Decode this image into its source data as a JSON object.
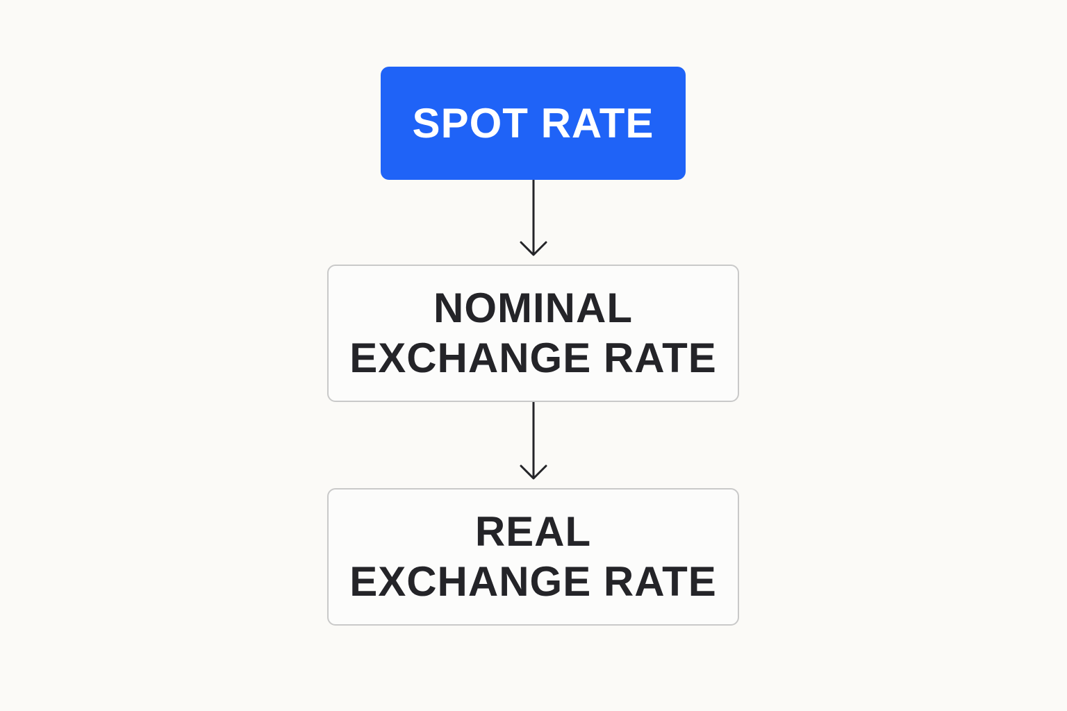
{
  "diagram": {
    "nodes": [
      {
        "id": "spot",
        "lines": [
          "SPOT RATE"
        ],
        "style": "primary"
      },
      {
        "id": "nominal",
        "lines": [
          "NOMINAL",
          "EXCHANGE RATE"
        ],
        "style": "secondary"
      },
      {
        "id": "real",
        "lines": [
          "REAL",
          "EXCHANGE RATE"
        ],
        "style": "secondary"
      }
    ],
    "edges": [
      {
        "from": "spot",
        "to": "nominal"
      },
      {
        "from": "nominal",
        "to": "real"
      }
    ]
  },
  "colors": {
    "background": "#fbfaf7",
    "primary_fill": "#1f63f7",
    "primary_text": "#ffffff",
    "secondary_border": "#c9c9c9",
    "secondary_text": "#242428",
    "arrow": "#242428"
  }
}
